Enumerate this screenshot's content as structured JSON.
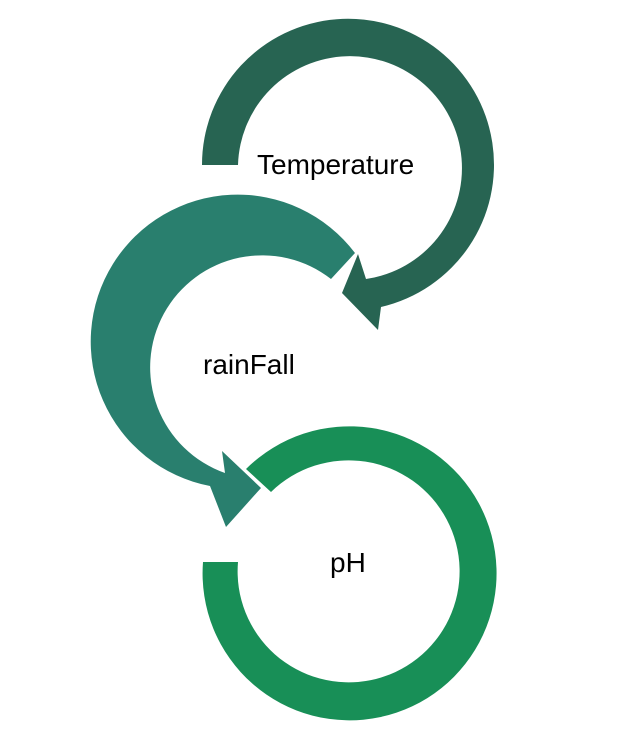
{
  "diagram": {
    "nodes": [
      {
        "id": "temperature",
        "label": "Temperature",
        "color": "#276452"
      },
      {
        "id": "rainfall",
        "label": "rainFall",
        "color": "#297F6E"
      },
      {
        "id": "ph",
        "label": "pH",
        "color": "#188F57"
      }
    ],
    "flow": [
      "temperature",
      "rainfall",
      "ph"
    ]
  }
}
